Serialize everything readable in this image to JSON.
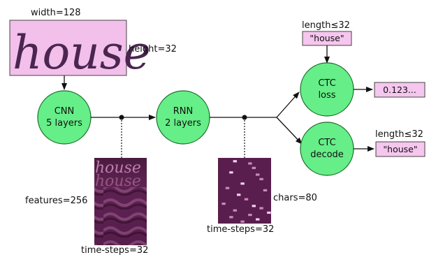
{
  "labels": {
    "width": "width=128",
    "height": "height=32",
    "features": "features=256",
    "time_steps_1": "time-steps=32",
    "time_steps_2": "time-steps=32",
    "chars": "chars=80",
    "length_top": "length≤32",
    "length_bottom": "length≤32"
  },
  "input_image": {
    "word": "house"
  },
  "feature_map": {
    "words": [
      "house",
      "house"
    ]
  },
  "nodes": {
    "cnn": {
      "line1": "CNN",
      "line2": "5 layers"
    },
    "rnn": {
      "line1": "RNN",
      "line2": "2 layers"
    },
    "ctc_loss": {
      "line1": "CTC",
      "line2": "loss"
    },
    "ctc_decode": {
      "line1": "CTC",
      "line2": "decode"
    }
  },
  "boxes": {
    "gt_text": "\"house\"",
    "loss_value": "0.123...",
    "decoded_text": "\"house\""
  },
  "colors": {
    "node_fill": "#66ee88",
    "node_stroke": "#1a6b2a",
    "box_fill": "#f5c6ee",
    "image_fill": "#f0b8e6",
    "ink": "#5a2a5e",
    "feature_dark": "#3a1030",
    "feature_mid": "#7a3a6a"
  }
}
